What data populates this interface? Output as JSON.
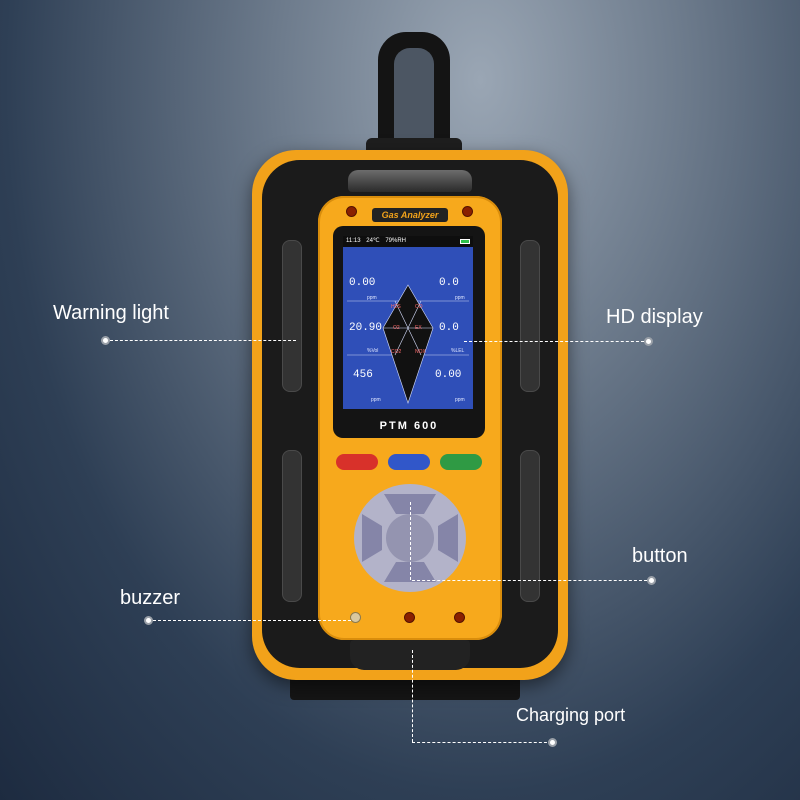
{
  "device": {
    "brand_plate": "Gas Analyzer",
    "model": "PTM 600",
    "status_bar": {
      "time": "11:13",
      "temp": "24℃",
      "humidity": "79%RH"
    },
    "readings": [
      {
        "value": "0.00",
        "unit": "ppm"
      },
      {
        "value": "0.0",
        "unit": "ppm"
      },
      {
        "value": "20.90",
        "unit": "%Vol"
      },
      {
        "value": "0.0",
        "unit": "%LEL"
      },
      {
        "value": "456",
        "unit": "ppm"
      },
      {
        "value": "0.00",
        "unit": "ppm"
      }
    ],
    "gas_labels": [
      "H2S",
      "CO",
      "O2",
      "EX",
      "CO2",
      "NOX"
    ],
    "button_colors": {
      "red": "#d8312a",
      "blue": "#3157c9",
      "green": "#2f9a44"
    }
  },
  "callouts": {
    "warning_light": "Warning light",
    "hd_display": "HD display",
    "button": "button",
    "buzzer": "buzzer",
    "charging_port": "Charging port"
  },
  "colors": {
    "case": "#f2a21a",
    "screen": "#2f4fb8"
  }
}
